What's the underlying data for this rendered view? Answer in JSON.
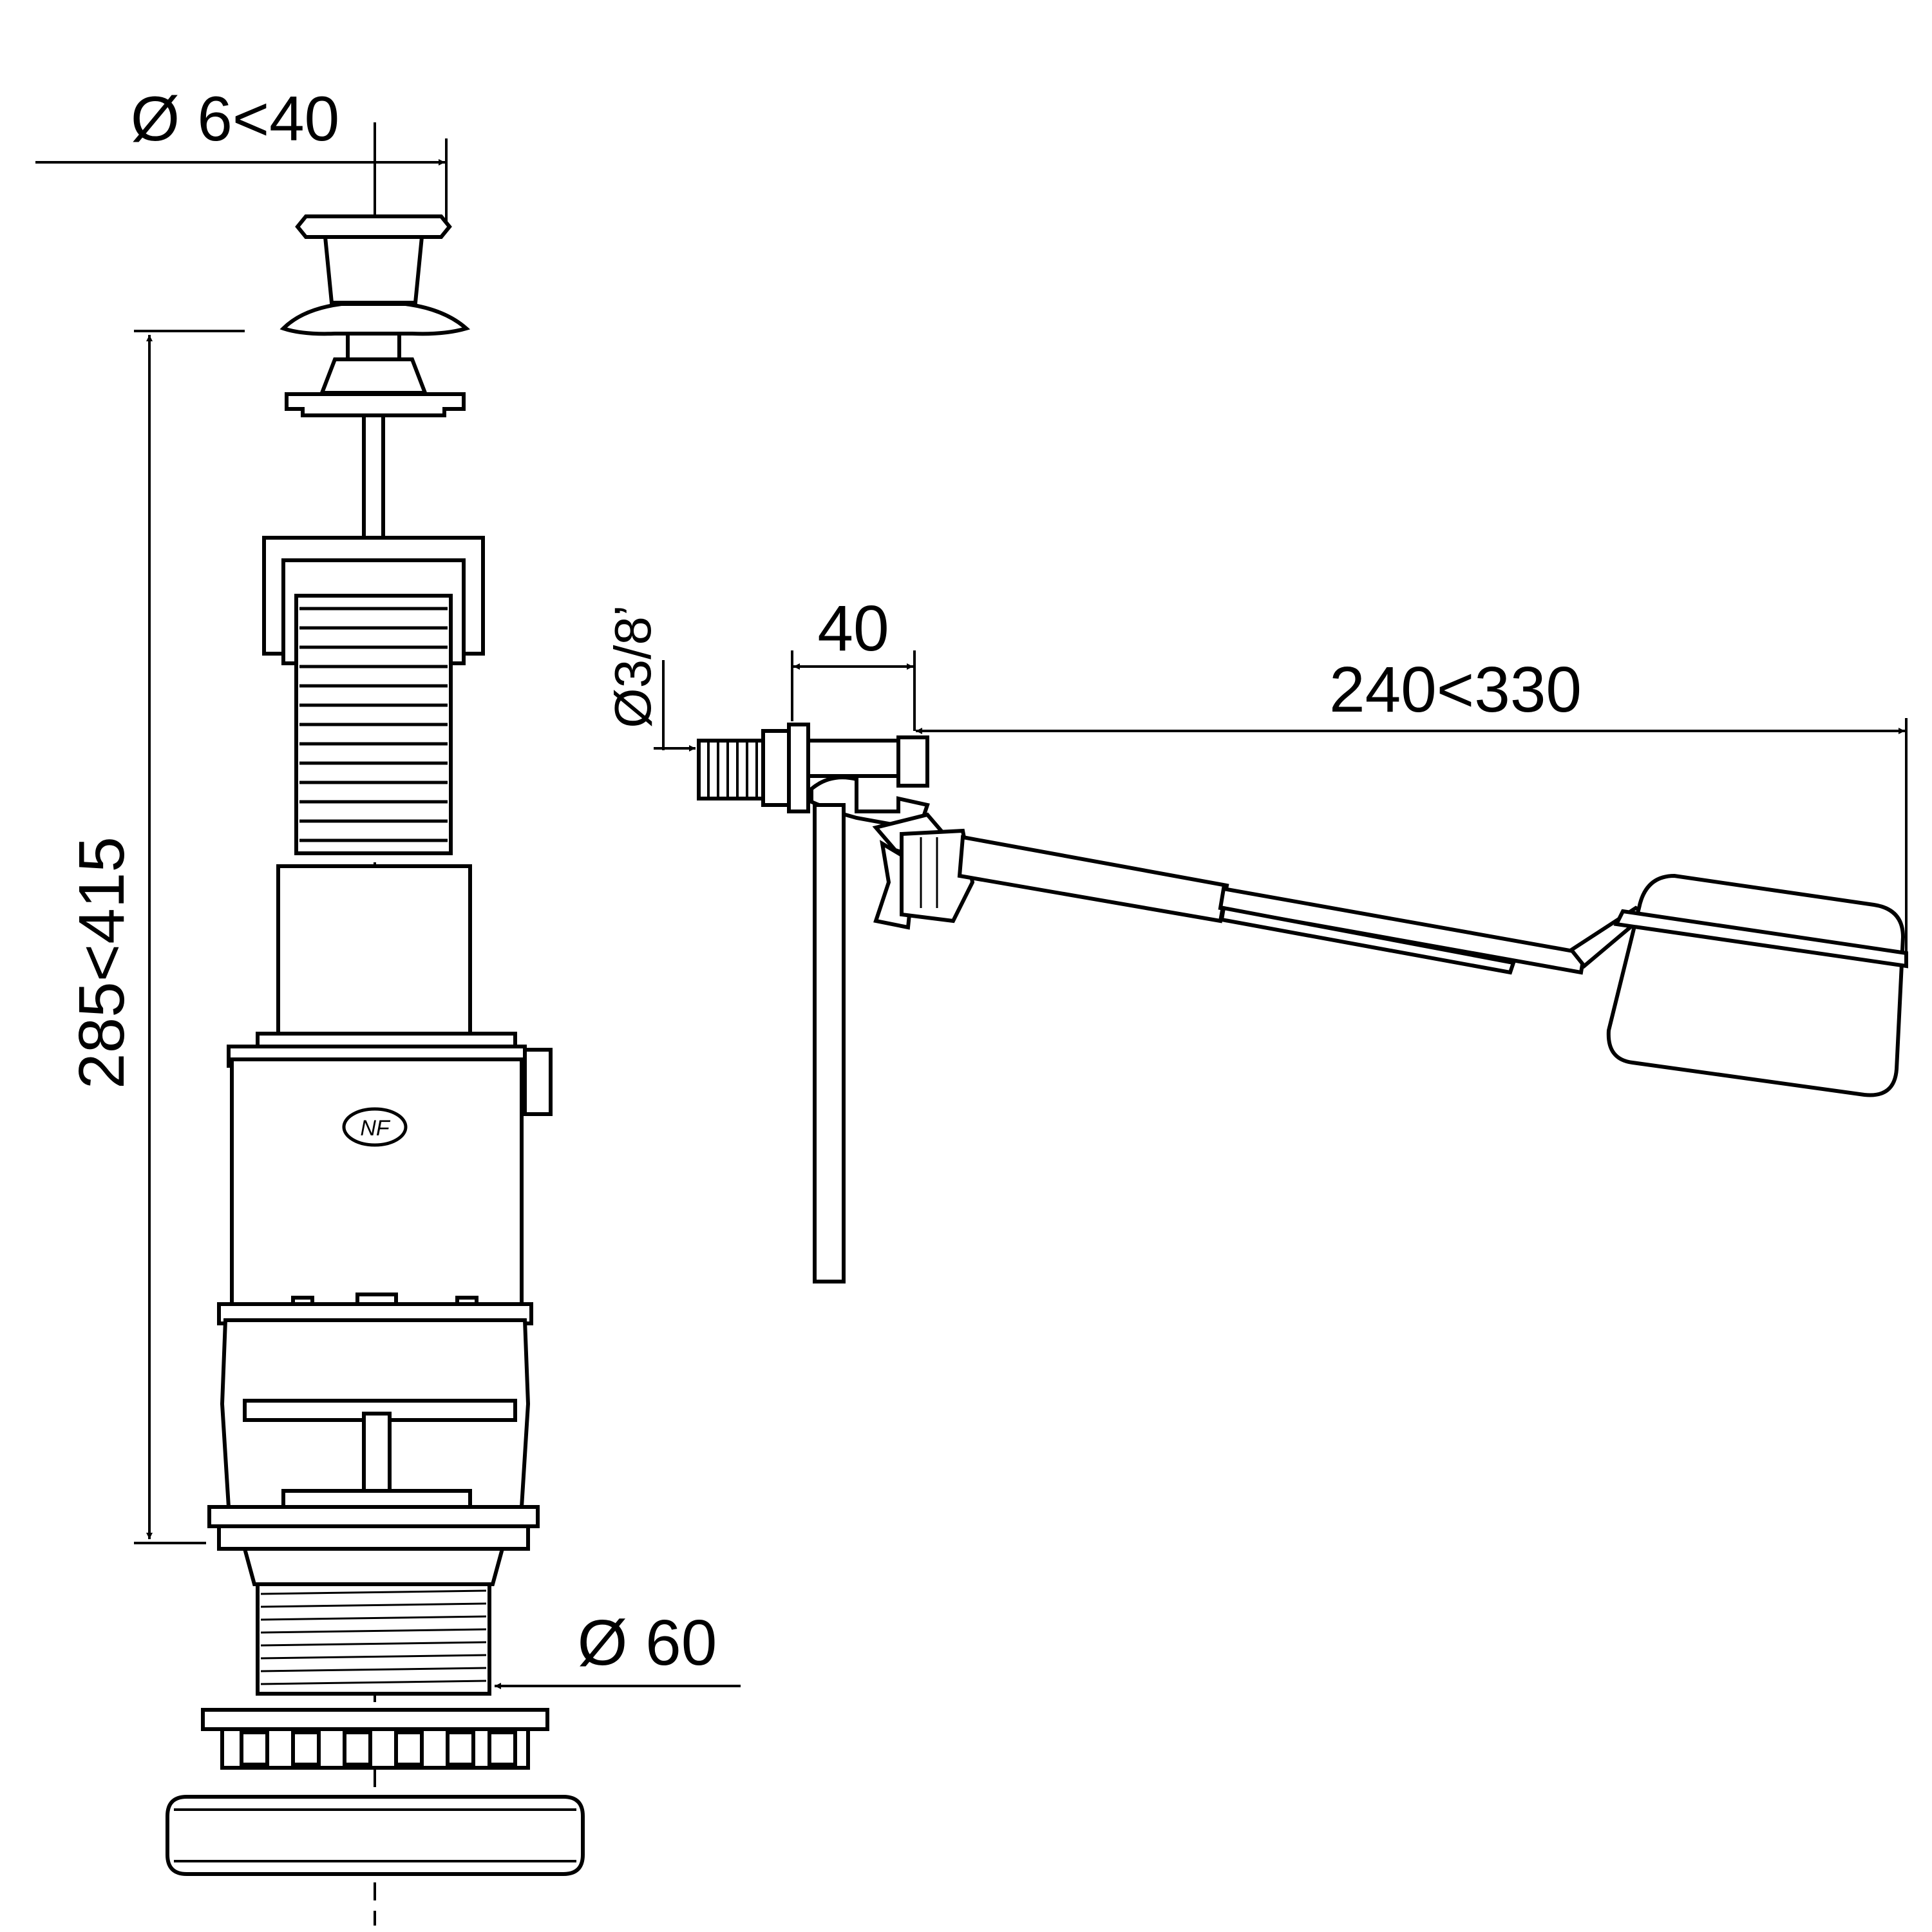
{
  "dimensions": {
    "push_button_diameter": "Ø 6<40",
    "valve_height_range": "285<415",
    "outlet_diameter": "Ø 60",
    "inlet_thread": "Ø3/8’",
    "inlet_offset": "40",
    "float_arm_range": "240<330"
  },
  "markings": {
    "nf_logo": "NF"
  }
}
